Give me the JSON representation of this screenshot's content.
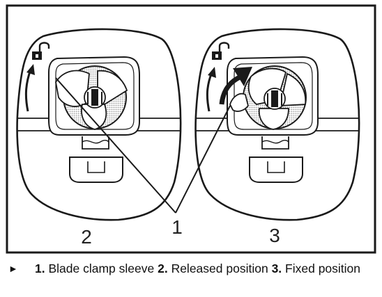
{
  "figure": {
    "label_left": "2",
    "label_right": "3",
    "label_callout": "1",
    "stroke_color": "#1a1a1a",
    "shading_color": "#9a9a9a",
    "icons": [
      "unlocked-padlock-icon",
      "curved-arrow-icon",
      "arrowhead-icon"
    ]
  },
  "caption": {
    "bullet": "►",
    "n1": "1.",
    "t1": " Blade clamp sleeve ",
    "n2": "2.",
    "t2": " Released position ",
    "n3": "3.",
    "t3": " Fixed position"
  }
}
